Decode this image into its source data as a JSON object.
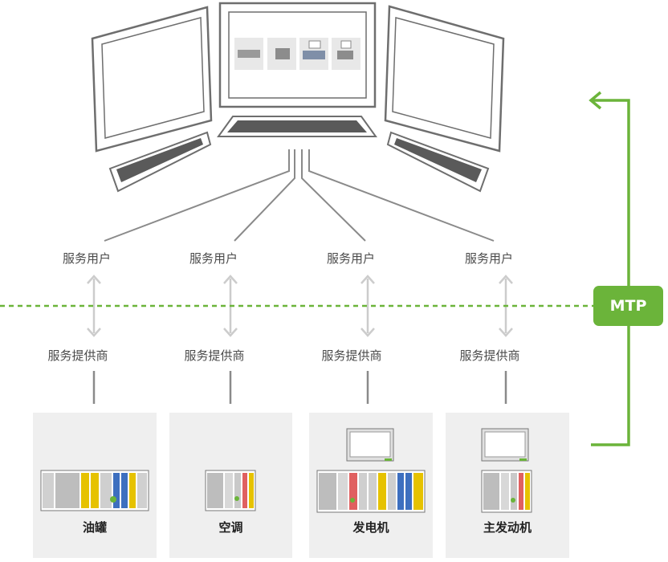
{
  "colors": {
    "accent_green": "#6bb43a",
    "line_gray": "#8a8a8a",
    "arrow_gray": "#cccccc",
    "box_bg": "#efefef",
    "monitor_outline": "#6e6e6e",
    "keyboard_fill": "#5a5a5a"
  },
  "columns": [
    {
      "user_label": "服务用户",
      "provider_label": "服务提供商",
      "device_name": "油罐",
      "device_icon": "io-module-rack-icon"
    },
    {
      "user_label": "服务用户",
      "provider_label": "服务提供商",
      "device_name": "空调",
      "device_icon": "io-module-rack-icon"
    },
    {
      "user_label": "服务用户",
      "provider_label": "服务提供商",
      "device_name": "发电机",
      "device_icon": "io-module-rack-with-panel-icon"
    },
    {
      "user_label": "服务用户",
      "provider_label": "服务提供商",
      "device_name": "主发动机",
      "device_icon": "io-module-rack-with-panel-icon"
    }
  ],
  "mtp": {
    "label": "MTP"
  },
  "workstation": {
    "monitor_count": 3,
    "keyboard_count": 3,
    "thumbnail_count": 4,
    "icon": "operator-workstation-icon"
  }
}
